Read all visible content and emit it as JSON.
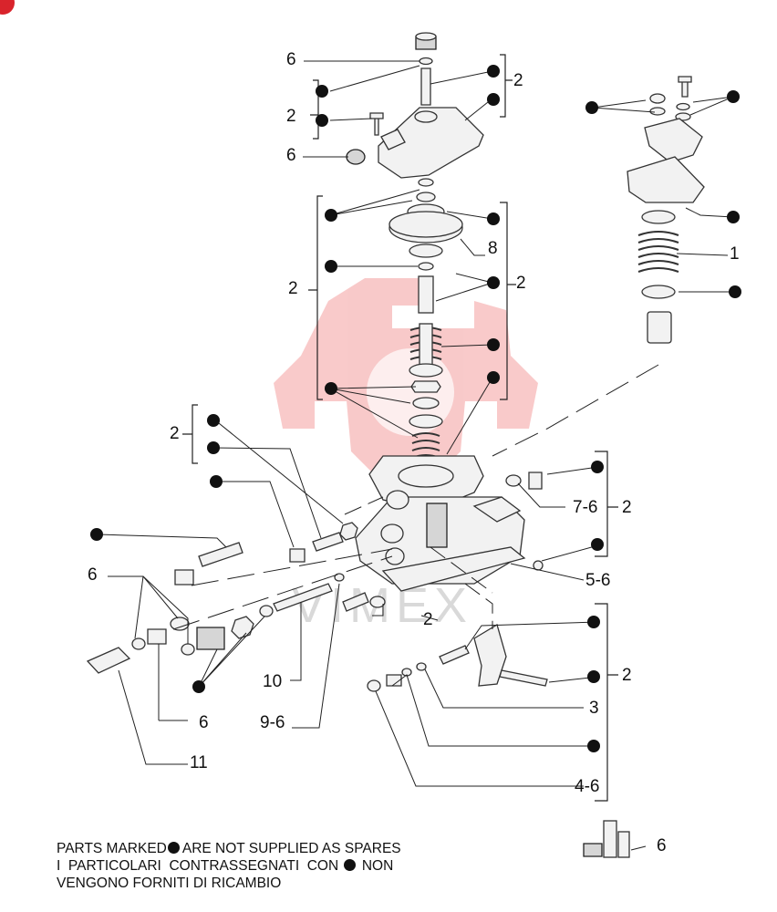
{
  "diagram": {
    "callouts": {
      "c_6_top": "6",
      "c_2_cap_right": "2",
      "c_2_cap_left": "2",
      "c_6_plug": "6",
      "c_8": "8",
      "c_2_left_big": "2",
      "c_2_right_big": "2",
      "c_1": "1",
      "c_2_small_left": "2",
      "c_7_6": "7-6",
      "c_2_right_mid": "2",
      "c_5_6": "5-6",
      "c_6_left": "6",
      "c_2_center": "2",
      "c_2_right_low": "2",
      "c_10": "10",
      "c_6_low": "6",
      "c_9_6": "9-6",
      "c_3": "3",
      "c_11": "11",
      "c_4_6": "4-6",
      "c_6_icon": "6"
    },
    "watermark": "VIMEX"
  },
  "legend": {
    "line1_before": "PARTS MARKED",
    "line1_after": "ARE NOT SUPPLIED AS SPARES",
    "line2_before": "I  PARTICOLARI  CONTRASSEGNATI  CON",
    "line2_after": "NON",
    "line3": "VENGONO FORNITI DI RICAMBIO"
  },
  "colors": {
    "watermark_red": "#e8423f",
    "badge_red": "#d9242c",
    "ink": "#111111"
  }
}
